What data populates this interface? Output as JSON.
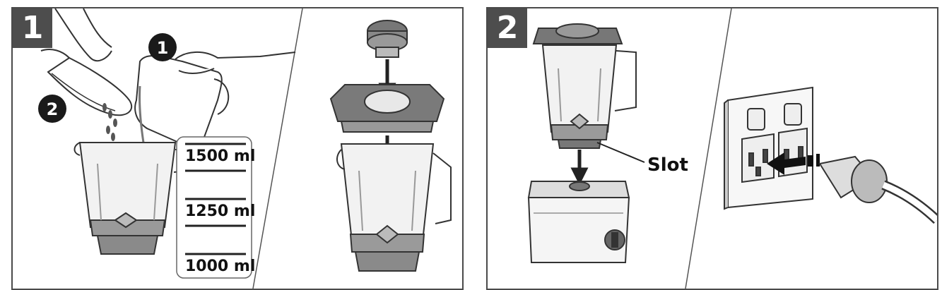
{
  "steps": [
    {
      "number": "1",
      "callouts": [
        "1",
        "2"
      ],
      "capacity_marks": [
        "1500 ml",
        "1250 ml",
        "1000 ml"
      ]
    },
    {
      "number": "2",
      "label": "Slot"
    }
  ]
}
